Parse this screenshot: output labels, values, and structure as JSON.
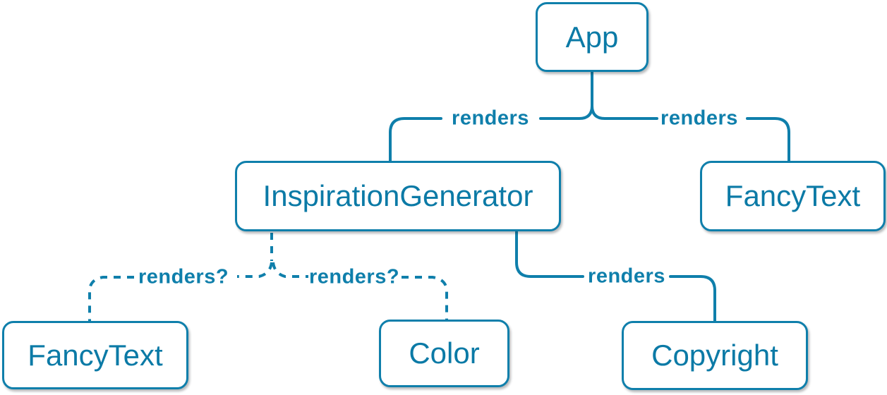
{
  "colors": {
    "accent": "#0f7fab",
    "node_text": "#0b7aa6",
    "node_bg": "#ffffff",
    "page_bg": "#ffffff"
  },
  "nodes": {
    "app": {
      "label": "App"
    },
    "inspiration_generator": {
      "label": "InspirationGenerator"
    },
    "fancy_text_top": {
      "label": "FancyText"
    },
    "fancy_text_bottom": {
      "label": "FancyText"
    },
    "color": {
      "label": "Color"
    },
    "copyright": {
      "label": "Copyright"
    }
  },
  "edge_labels": {
    "app_to_inspirationgenerator": "renders",
    "app_to_fancytext": "renders",
    "inspirationgenerator_to_fancytext": "renders?",
    "inspirationgenerator_to_color": "renders?",
    "inspirationgenerator_to_copyright": "renders"
  },
  "edges": [
    {
      "from": "App",
      "to": "InspirationGenerator",
      "label": "renders",
      "line": "solid"
    },
    {
      "from": "App",
      "to": "FancyText",
      "label": "renders",
      "line": "solid"
    },
    {
      "from": "InspirationGenerator",
      "to": "FancyText",
      "label": "renders?",
      "line": "dashed"
    },
    {
      "from": "InspirationGenerator",
      "to": "Color",
      "label": "renders?",
      "line": "dashed"
    },
    {
      "from": "InspirationGenerator",
      "to": "Copyright",
      "label": "renders",
      "line": "solid"
    }
  ]
}
